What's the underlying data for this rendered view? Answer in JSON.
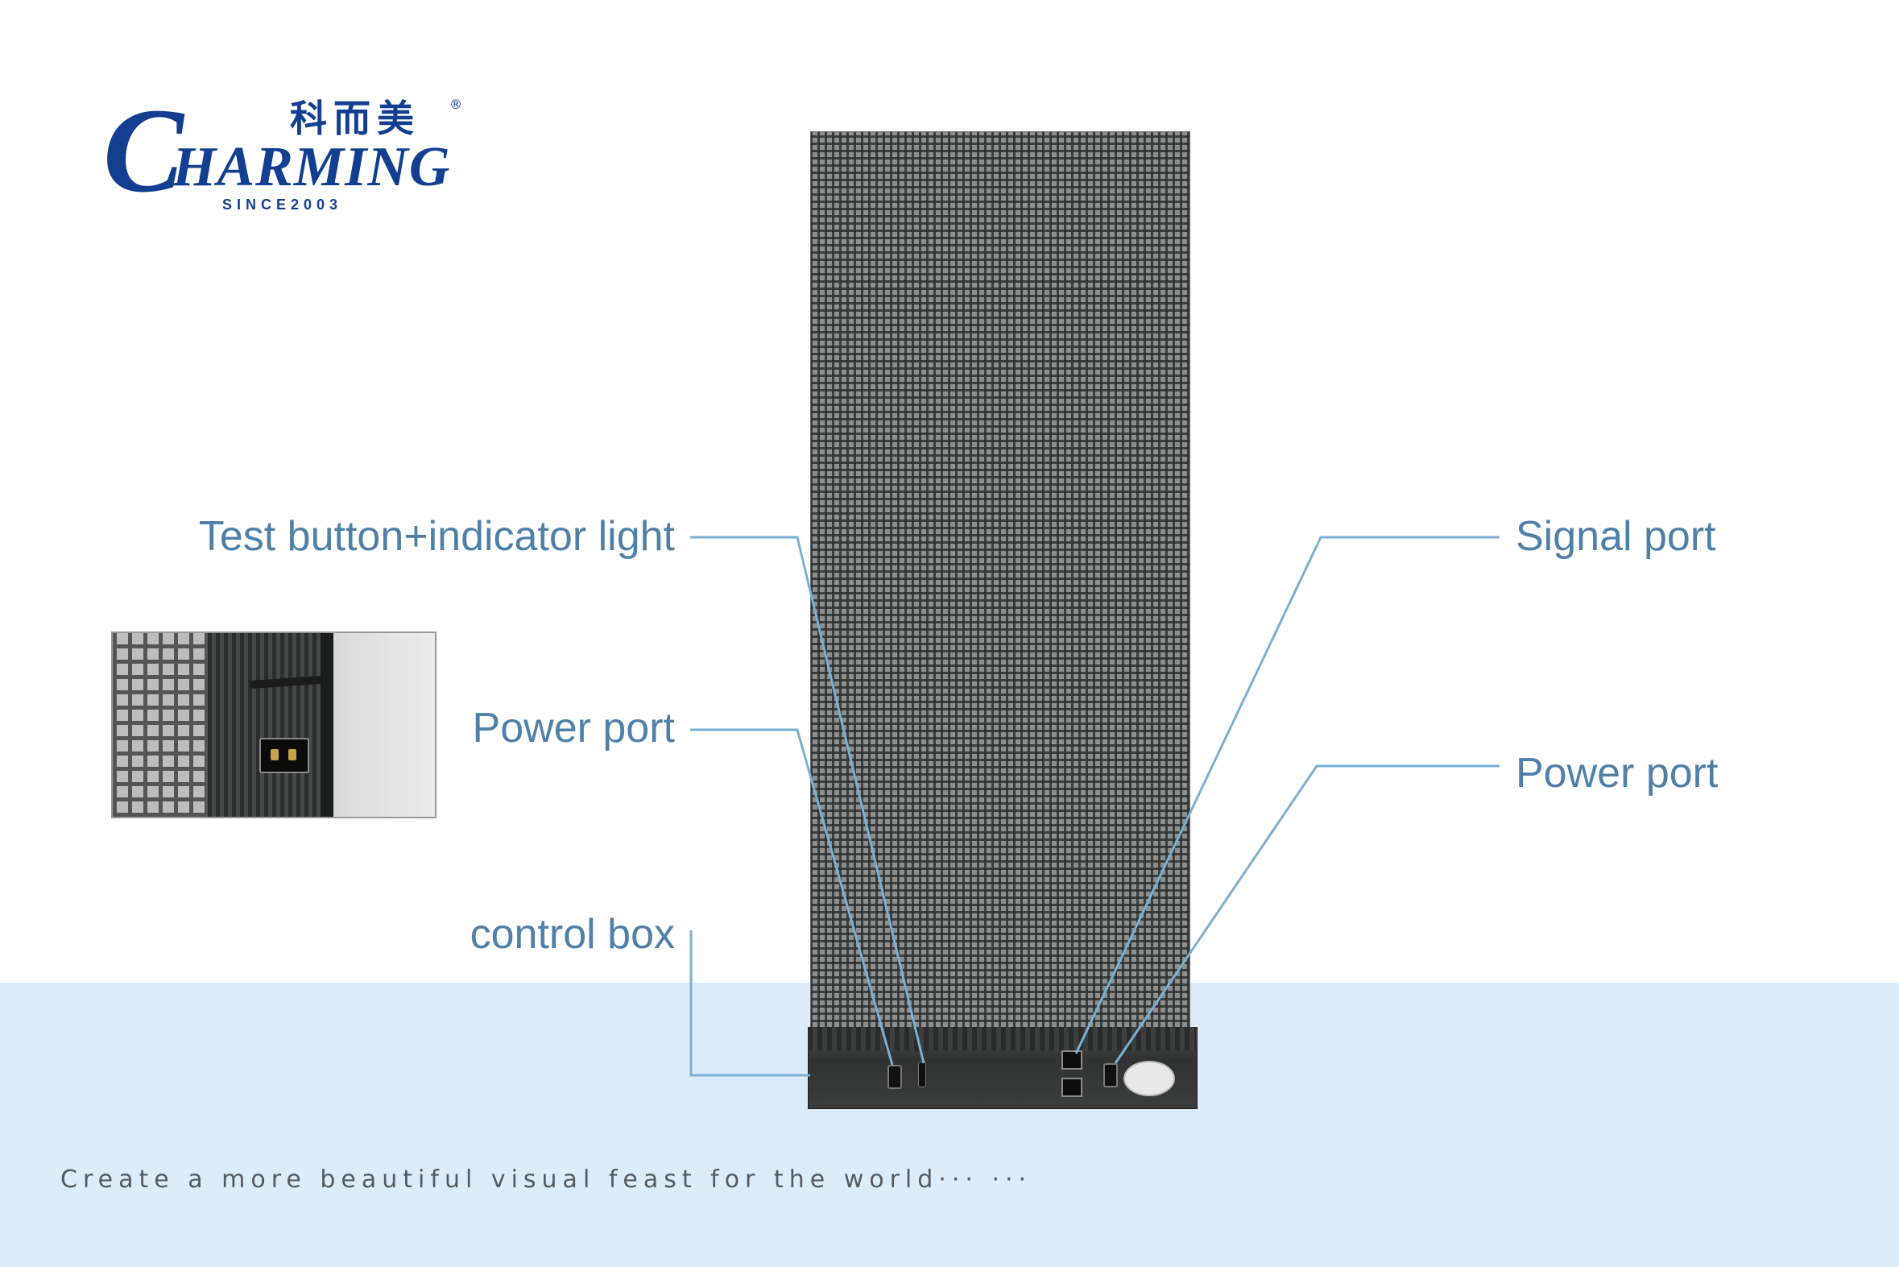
{
  "brand": {
    "logo_letter": "C",
    "logo_word": "HARMING",
    "chinese_name": "科而美",
    "registered_mark": "®",
    "since": "SINCE2003",
    "color": "#123f8f"
  },
  "callouts": {
    "test_button": "Test button+indicator light",
    "power_port_left": "Power port",
    "control_box": "control box",
    "signal_port": "Signal port",
    "power_port_right": "Power port"
  },
  "colors": {
    "label": "#4f80a8",
    "leader_line": "#7ab0d4",
    "floor": "#dcedf9"
  },
  "tagline": "Create a more beautiful visual feast for the world··· ···"
}
